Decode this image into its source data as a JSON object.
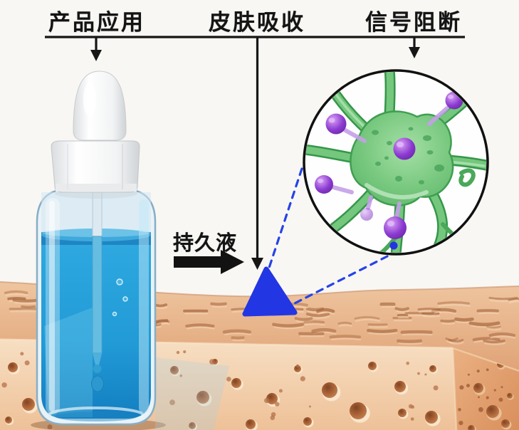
{
  "figure": {
    "labels": {
      "step1": "产品应用",
      "step2": "皮肤吸收",
      "step3": "信号阻断",
      "product": "持久液"
    },
    "colors": {
      "serum_blue": "#2aa3dc",
      "droplet_blue": "#2236e4",
      "callout_dash_blue": "#2742e8",
      "neuron_green": "#74c77c",
      "receptor_purple": "#8b3bd0",
      "skin_tan": "#e8b48f",
      "line_black": "#161616",
      "background": "#f8f7f3"
    }
  }
}
